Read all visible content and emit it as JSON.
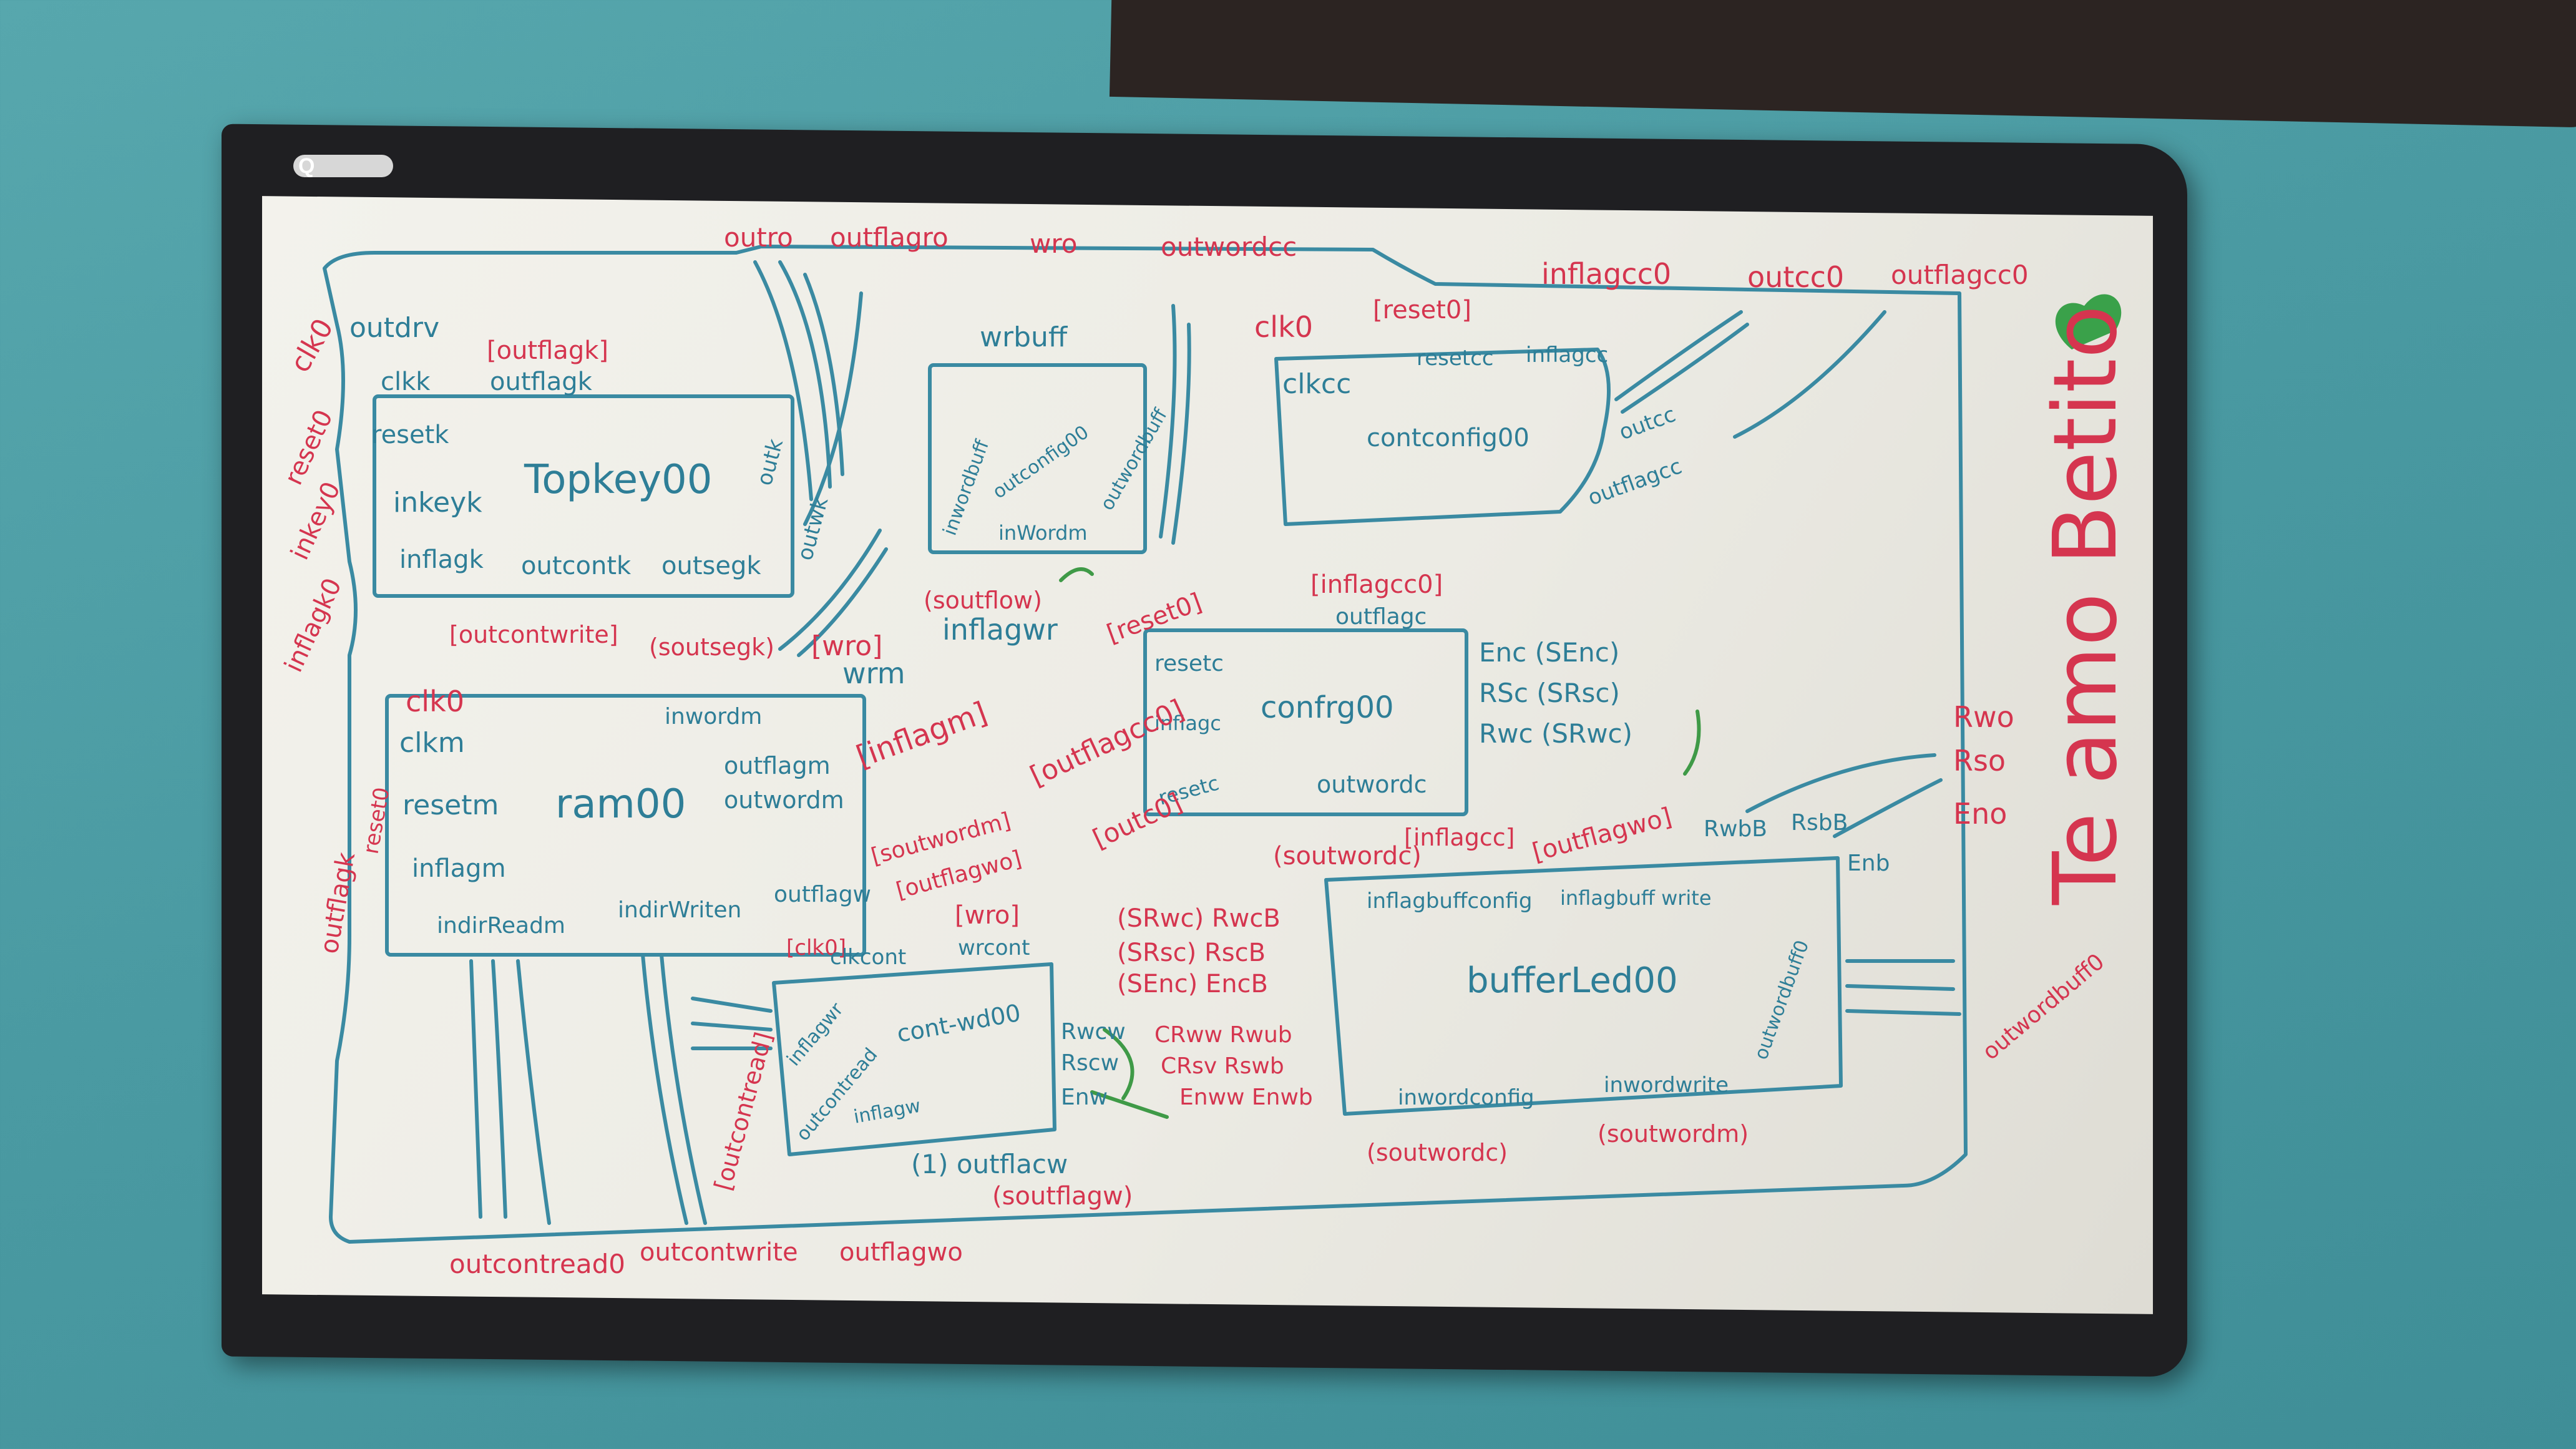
{
  "board": {
    "brand": "Q",
    "signature": "Te amo Betito"
  },
  "colors": {
    "wall": "#4f9fa6",
    "frame": "#1f1f22",
    "blue_marker": "#2e7e97",
    "red_marker": "#d5354f",
    "green_marker": "#3f9a47"
  },
  "top_labels": {
    "outro": "outro",
    "outflagro": "outflagro",
    "wro": "wro",
    "outwordcc": "outwordcc",
    "inflagcco": "inflagcc0",
    "outcco": "outcc0",
    "outflagcco": "outflagcc0"
  },
  "left_labels": {
    "clko": "clk0",
    "reseto": "reset0",
    "inkeyo": "inkey0",
    "inflagko": "inflagk0",
    "outflagk": "outflagk"
  },
  "topkey": {
    "name": "Topkey00",
    "outdrv": "outdrv",
    "clkk": "clkk",
    "outflagk_top": "outflagk",
    "outflagk_red": "[outflagk]",
    "resetk": "resetk",
    "inkeyk": "inkeyk",
    "inflagk": "inflagk",
    "outcontk": "outcontk",
    "outsegk": "outsegk",
    "outk": "outk",
    "outwk": "outwk",
    "outcontwrite": "[outcontwrite]",
    "soutsegk": "(soutsegk)"
  },
  "wrbuff": {
    "label": "wrbuff",
    "inwordbuff": "inwordbuff",
    "outconfig": "outconfig00",
    "outwordbuff": "outwordbuff",
    "inword": "inWordm",
    "soutflow": "(soutflow)",
    "inflagwr": "inflagwr"
  },
  "contconfig": {
    "name": "contconfig00",
    "clkcc": "clkcc",
    "resetcc": "resetcc",
    "inflagcc": "inflagcc",
    "outcc": "outcc",
    "outflagcc": "outflagcc",
    "clko": "clk0",
    "reseto": "[reset0]"
  },
  "ram": {
    "name": "ram00",
    "clko": "clk0",
    "clkm": "clkm",
    "resetm": "resetm",
    "inflagm": "inflagm",
    "inwordm": "inwordm",
    "outflagm": "outflagm",
    "outwordm": "outwordm",
    "outflagw": "outflagw",
    "indirreadm": "indirReadm",
    "indirwritem": "indirWriten",
    "reseto": "reset0",
    "wro": "[wro]",
    "wrm": "wrm",
    "inflagm_red": "[inflagm]",
    "soutwordm": "[soutwordm]",
    "outflagwo": "[outflagwo]"
  },
  "config": {
    "name": "confrg00",
    "resetc": "resetc",
    "inflagc": "inflagc",
    "resetc2": "resetc",
    "outwordc": "outwordc",
    "outflagc": "outflagc",
    "enc": "Enc (SEnc)",
    "rsc": "RSc (SRsc)",
    "rwc": "Rwc (SRwc)",
    "reseto": "[reset0]",
    "inflagcco": "[inflagcc0]",
    "outflagcc": "[outflagcc0]",
    "outco": "[outc0]",
    "soutwordc": "(soutwordc)"
  },
  "buffer": {
    "name": "bufferLed00",
    "inflagbuff": "inflagbuffconfig",
    "inflagbuffwrite": "inflagbuff write",
    "outwordbuff": "outwordbuff0",
    "inwordconfig": "inwordconfig",
    "inwordwrite": "inwordwrite",
    "rwb": "RwbB",
    "rsb": "RsbB",
    "enb": "Enb",
    "soutwordc": "(soutwordc)",
    "soutwordm": "(soutwordm)",
    "inflagcc": "[inflagcc]",
    "outflagwo": "[outflagwo]",
    "rwo": "Rwo",
    "rso": "Rso",
    "eno": "Eno"
  },
  "contread": {
    "name": "cont-wd00",
    "clko": "[clk0]",
    "clkcont": "clkcont",
    "wro": "[wro]",
    "wrcont": "wrcont",
    "inflagwr": "inflagwr",
    "outcontread": "outcontread",
    "inflagw": "inflagw",
    "rwcw": "Rwcw",
    "rscw": "Rscw",
    "enw": "Enw",
    "outcontread_red": "[outcontread]",
    "outflacw": "(1) outflacw",
    "soutflagw": "(soutflagw)"
  },
  "signals_mid": {
    "srwc": "(SRwc) RwcB",
    "srsc": "(SRsc) RscB",
    "senc": "(SEnc) EncB",
    "crww": "CRww Rwub",
    "crsv": "CRsv Rswb",
    "enww": "Enww Enwb"
  },
  "bottom_labels": {
    "outcontread": "outcontread0",
    "outcontwrite": "outcontwrite",
    "outflagwo": "outflagwo"
  }
}
